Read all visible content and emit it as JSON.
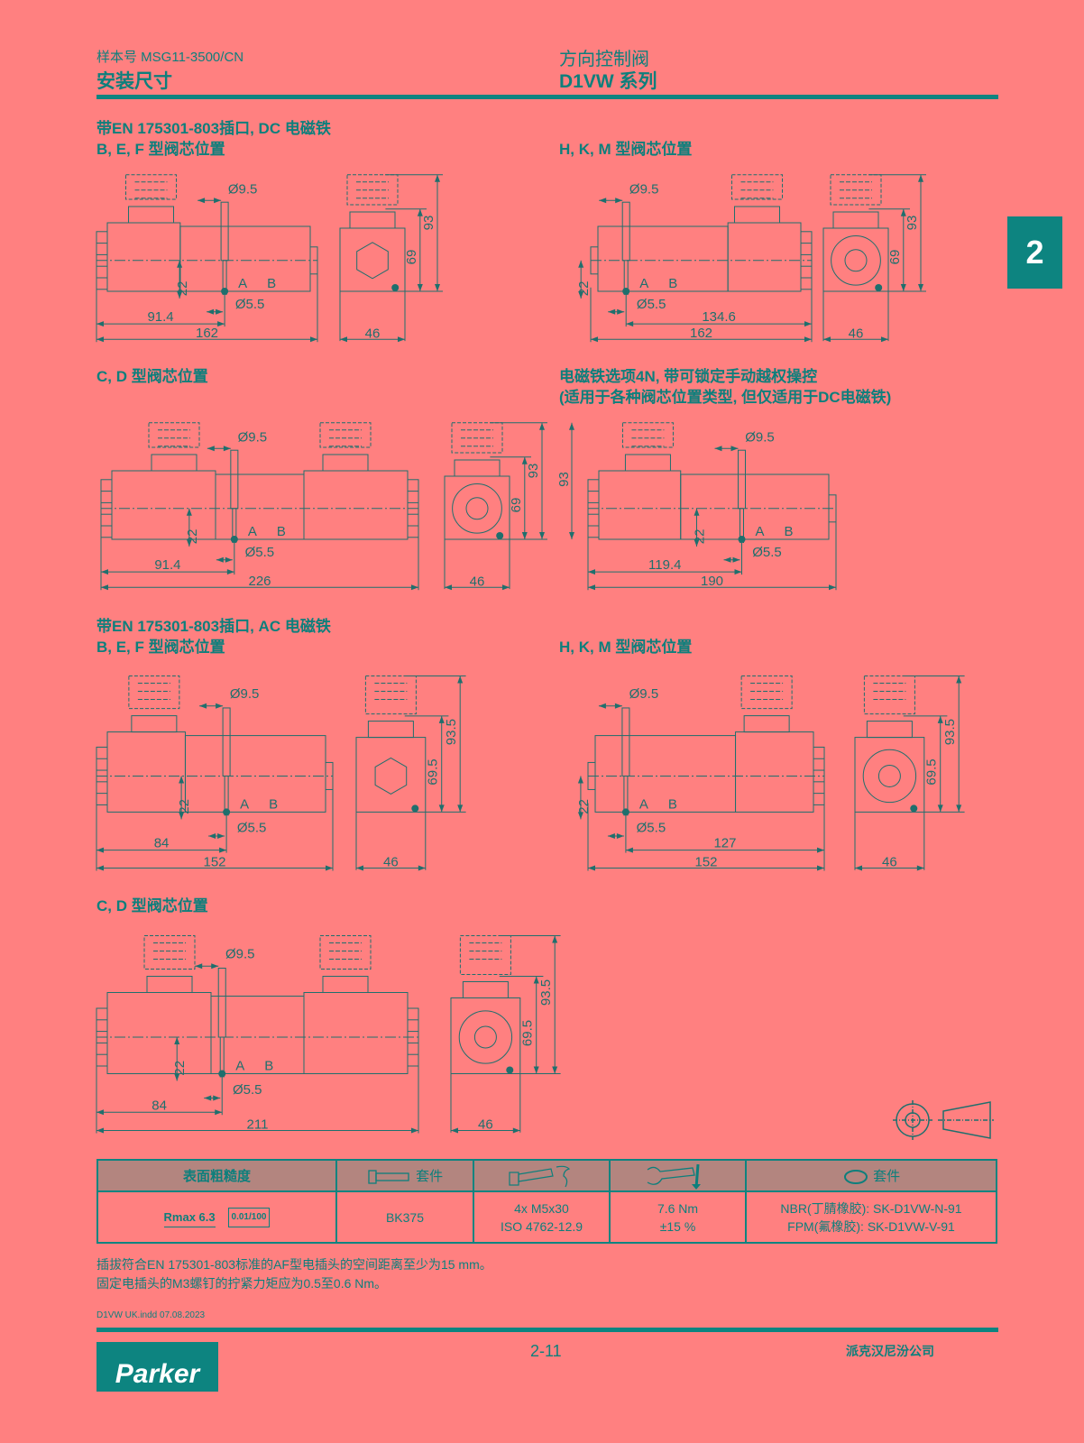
{
  "header": {
    "catalog_no": "样本号 MSG11-3500/CN",
    "section": "安装尺寸",
    "product_group": "方向控制阀",
    "series": "D1VW 系列"
  },
  "side_tab": "2",
  "sections": {
    "dc_title": "带EN 175301-803插口, DC 电磁铁",
    "dc_bef": "B, E, F 型阀芯位置",
    "dc_hkm": "H, K, M 型阀芯位置",
    "dc_cd": "C, D 型阀芯位置",
    "opt4n_line1": "电磁铁选项4N, 带可锁定手动越权操控",
    "opt4n_line2": "(适用于各种阀芯位置类型, 但仅适用于DC电磁铁)",
    "ac_title": "带EN 175301-803插口, AC 电磁铁",
    "ac_bef": "B, E, F 型阀芯位置",
    "ac_hkm": "H, K, M 型阀芯位置",
    "ac_cd": "C, D 型阀芯位置"
  },
  "figures": {
    "dc_bef_side": {
      "d1": "Ø9.5",
      "h": "22",
      "a": "A",
      "b": "B",
      "d2": "Ø5.5",
      "l1": "91.4",
      "l2": "162"
    },
    "dc_bef_end": {
      "h1": "93",
      "h2": "69",
      "w": "46"
    },
    "dc_hkm_side": {
      "d1": "Ø9.5",
      "h": "22",
      "a": "A",
      "b": "B",
      "d2": "Ø5.5",
      "l1": "134.6",
      "l2": "162"
    },
    "dc_hkm_end": {
      "h1": "93",
      "h2": "69",
      "w": "46"
    },
    "dc_cd_side": {
      "d1": "Ø9.5",
      "h": "22",
      "a": "A",
      "b": "B",
      "d2": "Ø5.5",
      "l1": "91.4",
      "l2": "226"
    },
    "dc_cd_end": {
      "h1": "93",
      "h2": "69",
      "w": "46"
    },
    "opt4n_side": {
      "d1": "Ø9.5",
      "h": "22",
      "a": "A",
      "b": "B",
      "d2": "Ø5.5",
      "l1": "119.4",
      "l2": "190",
      "hv": "93"
    },
    "ac_bef_side": {
      "d1": "Ø9.5",
      "h": "22",
      "a": "A",
      "b": "B",
      "d2": "Ø5.5",
      "l1": "84",
      "l2": "152"
    },
    "ac_bef_end": {
      "h1": "93.5",
      "h2": "69.5",
      "w": "46"
    },
    "ac_hkm_side": {
      "d1": "Ø9.5",
      "h": "22",
      "a": "A",
      "b": "B",
      "d2": "Ø5.5",
      "l1": "127",
      "l2": "152"
    },
    "ac_hkm_end": {
      "h1": "93.5",
      "h2": "69.5",
      "w": "46"
    },
    "ac_cd_side": {
      "d1": "Ø9.5",
      "h": "22",
      "a": "A",
      "b": "B",
      "d2": "Ø5.5",
      "l1": "84",
      "l2": "211"
    },
    "ac_cd_end": {
      "h1": "93.5",
      "h2": "69.5",
      "w": "46"
    }
  },
  "table": {
    "headers": [
      "表面粗糙度",
      "套件",
      "",
      "",
      "套件"
    ],
    "header_icons": [
      "bolt-icon",
      "screw-icon",
      "torque-wrench-icon",
      "o-ring-icon"
    ],
    "roughness": "Rmax 6.3",
    "flatness": "0.01/100",
    "bolt_kit": "BK375",
    "screws_line1": "4x M5x30",
    "screws_line2": "ISO 4762-12.9",
    "torque_line1": "7.6 Nm",
    "torque_line2": "±15 %",
    "seal_line1": "NBR(丁腈橡胶): SK-D1VW-N-91",
    "seal_line2": "FPM(氟橡胶): SK-D1VW-V-91"
  },
  "notes": [
    "插拔符合EN 175301-803标准的AF型电插头的空间距离至少为15 mm。",
    "固定电插头的M3螺钉的拧紧力矩应为0.5至0.6 Nm。"
  ],
  "footer": {
    "file": "D1VW UK.indd 07.08.2023",
    "page": "2-11",
    "company": "派克汉尼汾公司",
    "logo": "Parker"
  },
  "colors": {
    "background": "#ff8080",
    "accent": "#0d8480",
    "table_header": "#b3857f"
  }
}
